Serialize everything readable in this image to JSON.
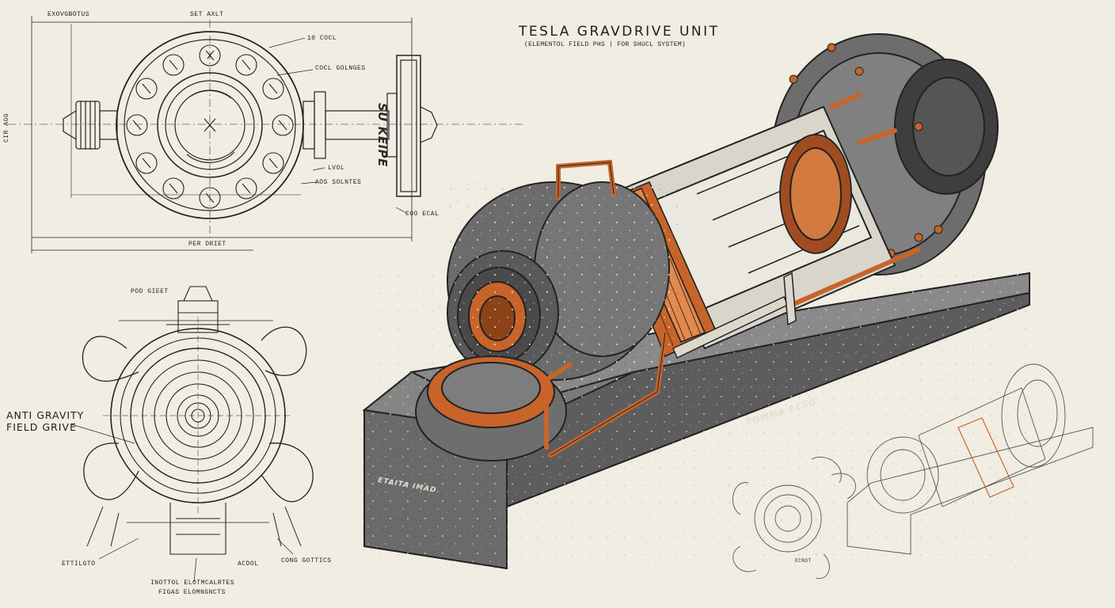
{
  "title": "TESLA GRAVDRIVE UNIT",
  "subtitle": "(ELEMENTOL FIELD PHS | FOR SHUCL SYSTEM)",
  "front_view": {
    "label_top_left": "EXOVGBOTUS",
    "label_top": "SET AXLT",
    "label_side": "CIR AGG",
    "label_bottom": "PER DRIET",
    "label_right_1": "10 COCL",
    "label_right_2": "COCL GOLNGES",
    "label_right_3": "LVOL",
    "label_right_4": "AOS SOLNTES",
    "label_right_5": "COO ECAL",
    "end_plate_glyphs": "SU KEIPE"
  },
  "end_view": {
    "label_top": "POD GIEET",
    "callout": "ANTI GRAVITY\nFIELD GRIVE",
    "label_bottom_left": "ETTILGTO",
    "label_bottom_center": "ACDOL",
    "label_bottom_right": "CONG GOTTICS",
    "caption_line1": "INOTTOL ELOTMCALRTES",
    "caption_line2": "FIGAS ELOMNGNCTS"
  },
  "main_render": {
    "base_label_side": "TOMMA ECSO",
    "base_label_front": "ETAITA IMAD"
  },
  "thumbnail": {
    "label": "ECROT"
  },
  "colors": {
    "paper": "#f1ede2",
    "ink": "#1e1e1e",
    "metal": "#7a7a7a",
    "metal_dark": "#4e4e4e",
    "copper": "#c8642a",
    "copper_light": "#e08a4e"
  }
}
